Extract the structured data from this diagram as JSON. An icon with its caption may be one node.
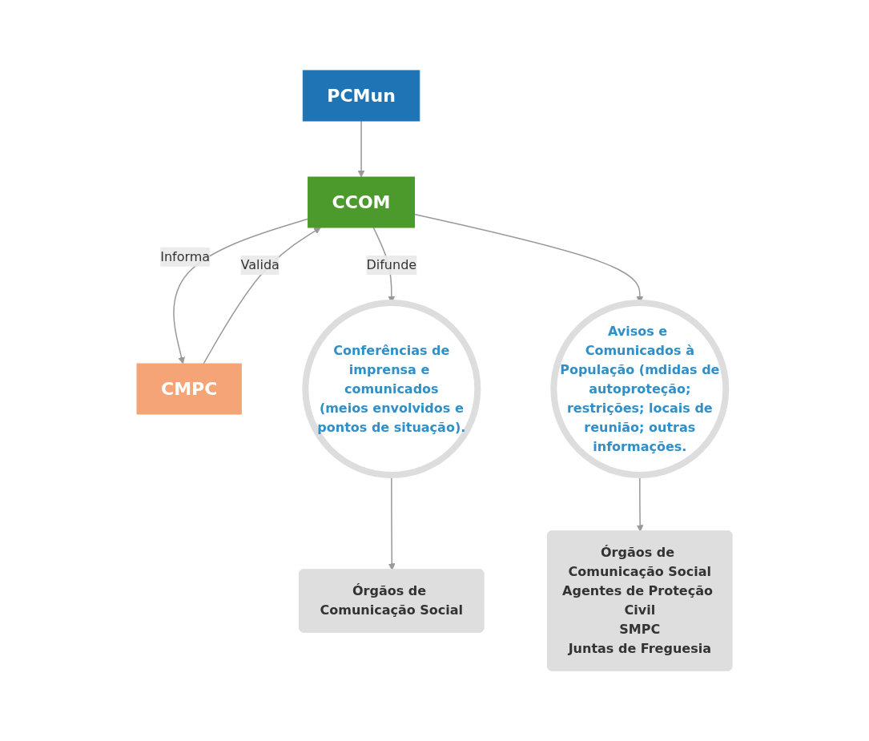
{
  "diagram": {
    "nodes": [
      {
        "text": [
          "PCMun"
        ]
      },
      {
        "text": [
          "CCOM"
        ]
      },
      {
        "text": [
          "CMPC"
        ]
      },
      {
        "text": [
          "Conferências de imprensa e comunicados (meios envolvidos e pontos de situação)."
        ]
      },
      {
        "text": [
          "Avisos e Comunicados à População (mdidas de autoproteção; restrições; locais de reunião; outras informações."
        ]
      },
      {
        "text": [
          "Órgãos de Comunicação Social"
        ]
      },
      {
        "text": [
          "Órgãos de Comunicação Social",
          "Agentes de Proteção Civil",
          "SMPC",
          "Juntas de Freguesia"
        ]
      }
    ],
    "edges": [
      {
        "from": 0,
        "to": 1,
        "arrow": "to"
      },
      {
        "from": 1,
        "to": 2,
        "label": "Informa",
        "arrow": "to"
      },
      {
        "from": 2,
        "to": 1,
        "label": "Valida",
        "arrow": "to"
      },
      {
        "from": 1,
        "to": 3,
        "label": "Difunde",
        "arrow": "to"
      },
      {
        "from": 1,
        "to": 4,
        "arrow": "to"
      },
      {
        "from": 3,
        "to": 5,
        "arrow": "to"
      },
      {
        "from": 4,
        "to": 6,
        "arrow": "to"
      }
    ]
  }
}
